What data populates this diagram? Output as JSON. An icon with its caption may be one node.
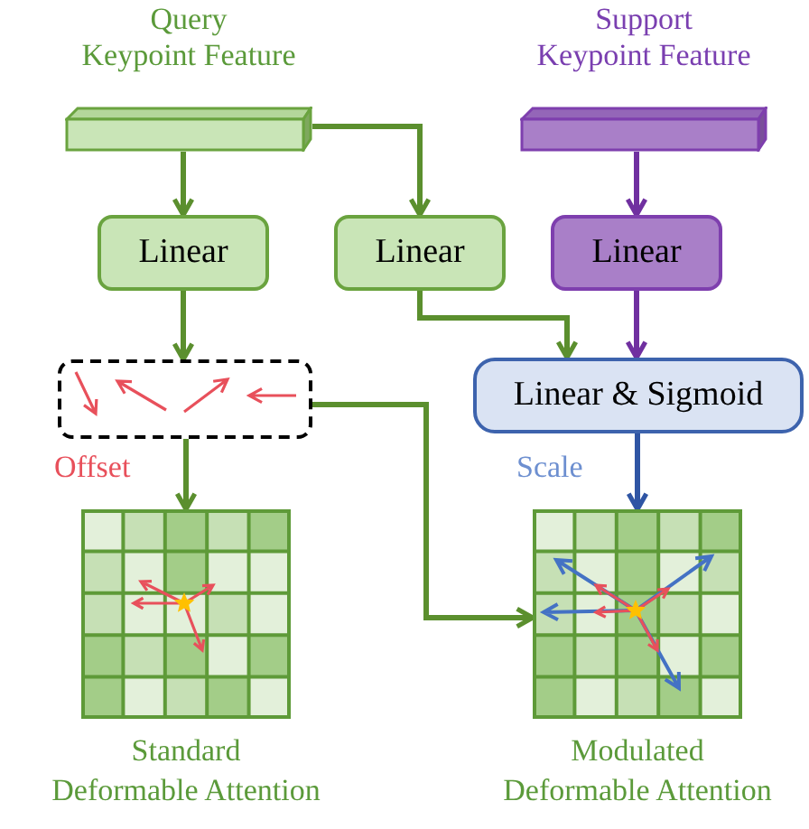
{
  "diagram": {
    "nodes": [
      {
        "text": [
          "Query Keypoint Feature"
        ]
      },
      {
        "text": [
          "Support Keypoint Feature"
        ]
      },
      {
        "text": [
          "Linear"
        ]
      },
      {
        "text": [
          "Linear"
        ]
      },
      {
        "text": [
          "Linear"
        ]
      },
      {
        "text": [],
        "shape": "box",
        "beside": [
          "Offset"
        ]
      },
      {
        "text": [
          "Linear & Sigmoid"
        ]
      },
      {
        "text": [],
        "shape": "grid",
        "beside": [
          "Standard Deformable Attention"
        ]
      },
      {
        "text": [],
        "shape": "grid",
        "beside": [
          "Modulated Deformable Attention"
        ]
      }
    ],
    "edges": [
      {
        "from": 0,
        "to": 2,
        "arrow": "to"
      },
      {
        "from": 0,
        "to": 3,
        "arrow": "to"
      },
      {
        "from": 1,
        "to": 4,
        "arrow": "to",
        "color": "#7030a0"
      },
      {
        "from": 2,
        "to": 5,
        "arrow": "to"
      },
      {
        "from": 3,
        "to": 6,
        "arrow": "to"
      },
      {
        "from": 4,
        "to": 6,
        "arrow": "to",
        "color": "#7030a0"
      },
      {
        "from": 5,
        "to": 7,
        "arrow": "to"
      },
      {
        "from": 5,
        "to": 8,
        "arrow": "to"
      },
      {
        "from": 6,
        "to": 8,
        "arrow": "to",
        "label": "Scale",
        "color": "#2f55a4"
      }
    ]
  }
}
